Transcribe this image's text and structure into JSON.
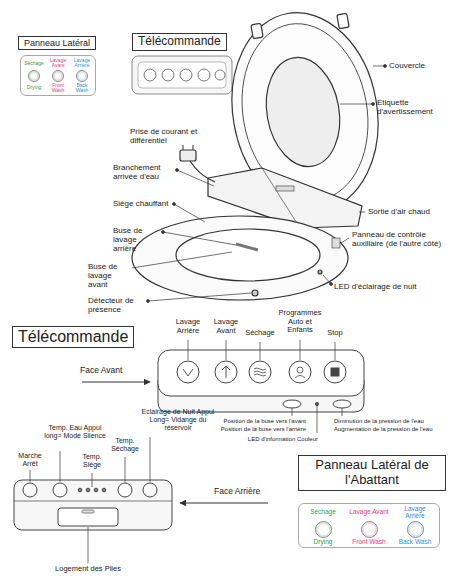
{
  "diagram": {
    "nodes": [
      {
        "text": [
          "Panneau Latéral"
        ]
      },
      {
        "text": [
          "Séchage",
          "Lavage Avant",
          "Lavage Arrière",
          "Drying",
          "Front Wash",
          "Back Wash"
        ]
      },
      {
        "text": [
          "Télécommande"
        ]
      },
      {
        "text": [
          "Télécommande"
        ]
      },
      {
        "text": [
          "Panneau Latéral de l'Abattant"
        ]
      },
      {
        "text": [
          "Séchage",
          "Lavage Avant",
          "Lavage Arrière",
          "Drying",
          "Front Wash",
          "Back Wash"
        ]
      }
    ],
    "labels": [
      "Couvercle",
      "Etiquette d'avertissement",
      "Prise de courant et différentiel",
      "Branchement arrivée d'eau",
      "Siège chauffant",
      "Sortie d'air chaud",
      "Buse de lavage arrière",
      "Panneau de contrôle auxiliaire (de l'autre côté)",
      "Buse de lavage avant",
      "LED d'éclairage de nuit",
      "Détecteur de présence",
      "Lavage Arrière",
      "Lavage Avant",
      "Séchage",
      "Programmes Auto et Enfants",
      "Stop",
      "Face Avant",
      "Position de la buse vers l'avant",
      "Position de la buse vers l'arrière",
      "LED d'information Couleur",
      "Diminution de la pression de l'eau",
      "Augmentation de la pression de l'eau",
      "Temp. Eau Appui long= Mode Silence",
      "Marche Arrêt",
      "Temp. Siège",
      "Temp. Séchage",
      "Eclairage de Nuit Appui Long= Vidange du réservoir",
      "Face Arrière",
      "Logement des Piles"
    ]
  }
}
